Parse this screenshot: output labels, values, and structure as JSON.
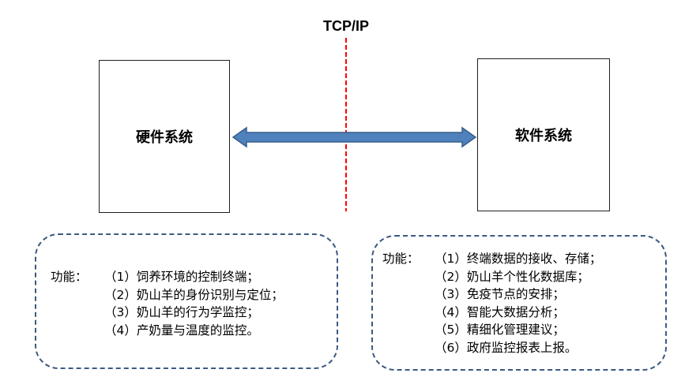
{
  "protocol_label": "TCP/IP",
  "hardware": {
    "title": "硬件系统",
    "func_label": "功能：",
    "functions": [
      "（1）饲养环境的控制终端；",
      "（2）奶山羊的身份识别与定位；",
      "（3）奶山羊的行为学监控；",
      "（4）产奶量与温度的监控。"
    ]
  },
  "software": {
    "title": "软件系统",
    "func_label": "功能：",
    "functions": [
      "（1）终端数据的接收、存储；",
      "（2）奶山羊个性化数据库；",
      "（3）免疫节点的安排；",
      "（4）智能大数据分析；",
      "（5）精细化管理建议；",
      "（6）政府监控报表上报。"
    ]
  },
  "colors": {
    "arrow_fill": "#4f81bd",
    "arrow_stroke": "#385d8a",
    "divider": "#ff0000",
    "panel_border": "#3c5a80"
  }
}
